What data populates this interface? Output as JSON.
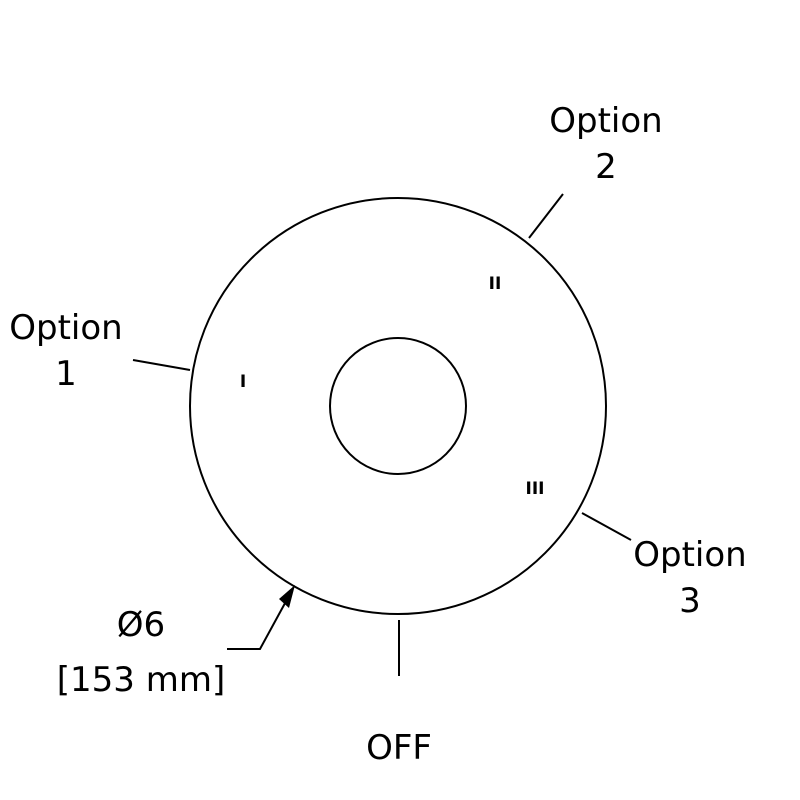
{
  "colors": {
    "line": "#000000",
    "background": "#ffffff"
  },
  "labels": {
    "option1": {
      "line1": "Option",
      "line2": "1"
    },
    "option2": {
      "line1": "Option",
      "line2": "2"
    },
    "option3": {
      "line1": "Option",
      "line2": "3"
    },
    "off": "OFF"
  },
  "dial_marks": {
    "mark1": "I",
    "mark2": "II",
    "mark3": "III"
  },
  "dimension": {
    "diameter": "Ø6",
    "metric": "[153 mm]"
  }
}
